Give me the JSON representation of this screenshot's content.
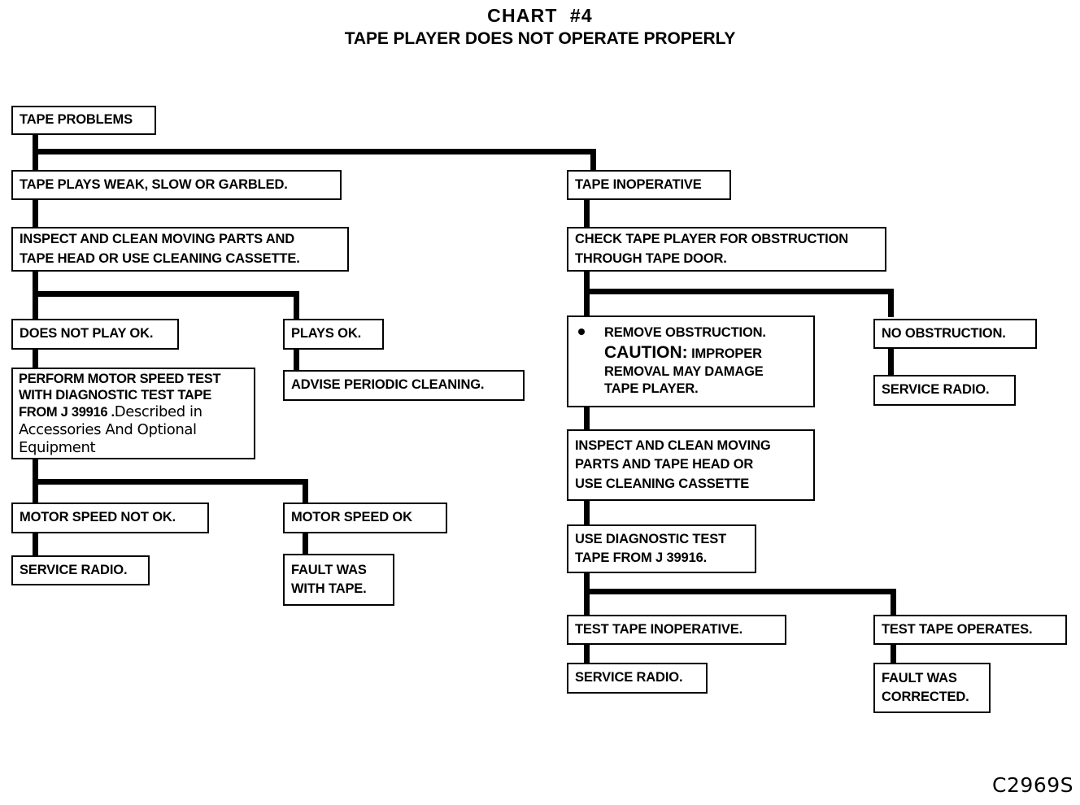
{
  "title": {
    "main": "CHART  #4",
    "sub": "TAPE PLAYER DOES NOT OPERATE PROPERLY"
  },
  "corner_code": "C2969S",
  "chart_data": {
    "type": "diagram",
    "title": "CHART  #4 — TAPE PLAYER DOES NOT OPERATE PROPERLY",
    "nodes": [
      {
        "id": "root",
        "text": "TAPE PROBLEMS"
      },
      {
        "id": "weak",
        "text": "TAPE PLAYS WEAK, SLOW OR GARBLED."
      },
      {
        "id": "inspect_left",
        "text": "INSPECT AND CLEAN MOVING PARTS AND TAPE HEAD OR USE CLEANING CASSETTE."
      },
      {
        "id": "not_play_ok",
        "text": "DOES NOT PLAY OK."
      },
      {
        "id": "plays_ok",
        "text": "PLAYS OK."
      },
      {
        "id": "perform_motor",
        "text": "PERFORM MOTOR SPEED TEST WITH DIAGNOSTIC TEST TAPE FROM J 39916 . Described in Accessories And Optional Equipment"
      },
      {
        "id": "advise",
        "text": "ADVISE PERIODIC CLEANING."
      },
      {
        "id": "speed_not_ok",
        "text": "MOTOR SPEED NOT OK."
      },
      {
        "id": "speed_ok",
        "text": "MOTOR SPEED OK"
      },
      {
        "id": "service_l",
        "text": "SERVICE RADIO."
      },
      {
        "id": "fault_tape",
        "text": "FAULT WAS WITH TAPE."
      },
      {
        "id": "inop",
        "text": "TAPE INOPERATIVE"
      },
      {
        "id": "check_obstr",
        "text": "CHECK TAPE PLAYER FOR OBSTRUCTION THROUGH TAPE DOOR."
      },
      {
        "id": "remove_obstr",
        "text": "REMOVE OBSTRUCTION. CAUTION: IMPROPER REMOVAL MAY DAMAGE TAPE PLAYER."
      },
      {
        "id": "no_obstr",
        "text": "NO OBSTRUCTION."
      },
      {
        "id": "service_r1",
        "text": "SERVICE RADIO."
      },
      {
        "id": "inspect_right",
        "text": "INSPECT AND CLEAN MOVING PARTS AND TAPE HEAD OR USE CLEANING CASSETTE"
      },
      {
        "id": "use_diag",
        "text": "USE DIAGNOSTIC TEST TAPE FROM J 39916."
      },
      {
        "id": "tt_inop",
        "text": "TEST TAPE INOPERATIVE."
      },
      {
        "id": "tt_op",
        "text": "TEST TAPE OPERATES."
      },
      {
        "id": "service_r2",
        "text": "SERVICE RADIO."
      },
      {
        "id": "fault_corr",
        "text": "FAULT WAS CORRECTED."
      }
    ],
    "edges": [
      [
        "root",
        "weak"
      ],
      [
        "root",
        "inop"
      ],
      [
        "weak",
        "inspect_left"
      ],
      [
        "inspect_left",
        "not_play_ok"
      ],
      [
        "inspect_left",
        "plays_ok"
      ],
      [
        "not_play_ok",
        "perform_motor"
      ],
      [
        "plays_ok",
        "advise"
      ],
      [
        "perform_motor",
        "speed_not_ok"
      ],
      [
        "perform_motor",
        "speed_ok"
      ],
      [
        "speed_not_ok",
        "service_l"
      ],
      [
        "speed_ok",
        "fault_tape"
      ],
      [
        "inop",
        "check_obstr"
      ],
      [
        "check_obstr",
        "remove_obstr"
      ],
      [
        "check_obstr",
        "no_obstr"
      ],
      [
        "no_obstr",
        "service_r1"
      ],
      [
        "remove_obstr",
        "inspect_right"
      ],
      [
        "inspect_right",
        "use_diag"
      ],
      [
        "use_diag",
        "tt_inop"
      ],
      [
        "use_diag",
        "tt_op"
      ],
      [
        "tt_inop",
        "service_r2"
      ],
      [
        "tt_op",
        "fault_corr"
      ]
    ]
  },
  "boxes": {
    "root": {
      "l1": "TAPE PROBLEMS"
    },
    "weak": {
      "l1": "TAPE PLAYS WEAK, SLOW OR GARBLED."
    },
    "inspect_left": {
      "l1": "INSPECT AND CLEAN MOVING PARTS AND",
      "l2": "TAPE HEAD OR USE CLEANING CASSETTE."
    },
    "not_play_ok": {
      "l1": "DOES NOT PLAY OK."
    },
    "plays_ok": {
      "l1": "PLAYS OK."
    },
    "perform_motor": {
      "l1": "PERFORM MOTOR SPEED TEST",
      "l2": "WITH DIAGNOSTIC TEST TAPE",
      "l3a": "FROM J 39916 .",
      "l3b": "Described in",
      "l4": "Accessories And Optional",
      "l5": "Equipment"
    },
    "advise": {
      "l1": "ADVISE PERIODIC CLEANING."
    },
    "speed_not_ok": {
      "l1": "MOTOR SPEED NOT OK."
    },
    "speed_ok": {
      "l1": "MOTOR SPEED OK"
    },
    "service_l": {
      "l1": "SERVICE RADIO."
    },
    "fault_tape": {
      "l1": "FAULT WAS",
      "l2": "WITH TAPE."
    },
    "inop": {
      "l1": "TAPE INOPERATIVE"
    },
    "check_obstr": {
      "l1": "CHECK TAPE PLAYER FOR OBSTRUCTION",
      "l2": "THROUGH TAPE DOOR."
    },
    "remove_obstr": {
      "l1": "REMOVE OBSTRUCTION.",
      "l2a": "CAUTION:",
      "l2b": " IMPROPER",
      "l3": "REMOVAL MAY DAMAGE",
      "l4": "TAPE PLAYER."
    },
    "no_obstr": {
      "l1": "NO OBSTRUCTION."
    },
    "service_r1": {
      "l1": "SERVICE RADIO."
    },
    "inspect_right": {
      "l1": "INSPECT AND CLEAN MOVING",
      "l2": "PARTS AND TAPE HEAD OR",
      "l3": "USE CLEANING CASSETTE"
    },
    "use_diag": {
      "l1": "USE DIAGNOSTIC TEST",
      "l2": "TAPE FROM J 39916."
    },
    "tt_inop": {
      "l1": "TEST TAPE INOPERATIVE."
    },
    "tt_op": {
      "l1": "TEST TAPE OPERATES."
    },
    "service_r2": {
      "l1": "SERVICE RADIO."
    },
    "fault_corr": {
      "l1": "FAULT WAS",
      "l2": "CORRECTED."
    }
  }
}
